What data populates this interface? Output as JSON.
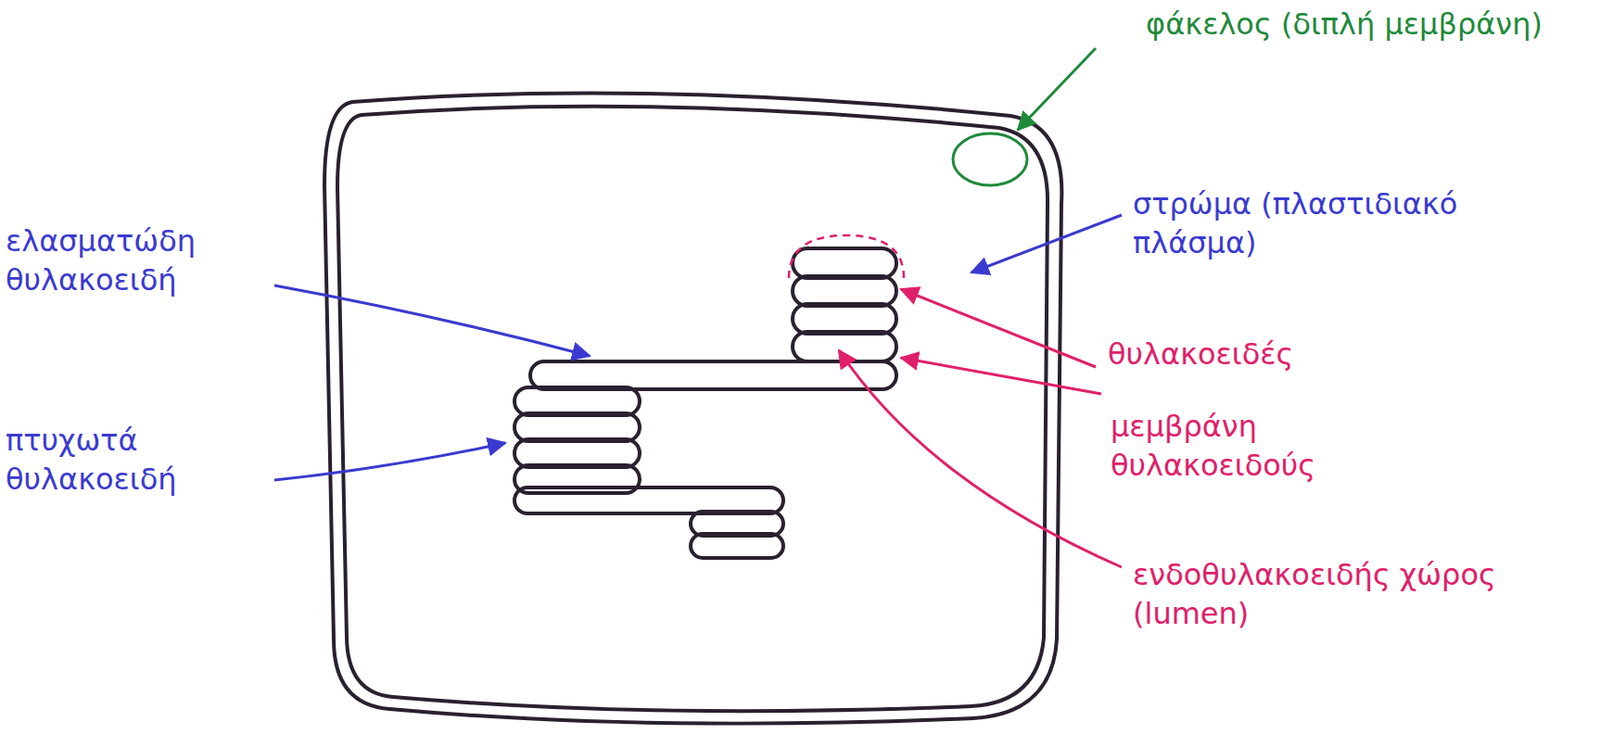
{
  "diagram": {
    "labels": [
      "φάκελος (διπλή μεμβράνη)",
      "στρώμα (πλαστιδιακό πλάσμα)",
      "ελασματώδη θυλακοειδή",
      "πτυχωτά θυλακοειδή",
      "θυλακοειδές",
      "μεμβράνη θυλακοειδούς",
      "ενδοθυλακοειδής χώρος (lumen)"
    ]
  }
}
